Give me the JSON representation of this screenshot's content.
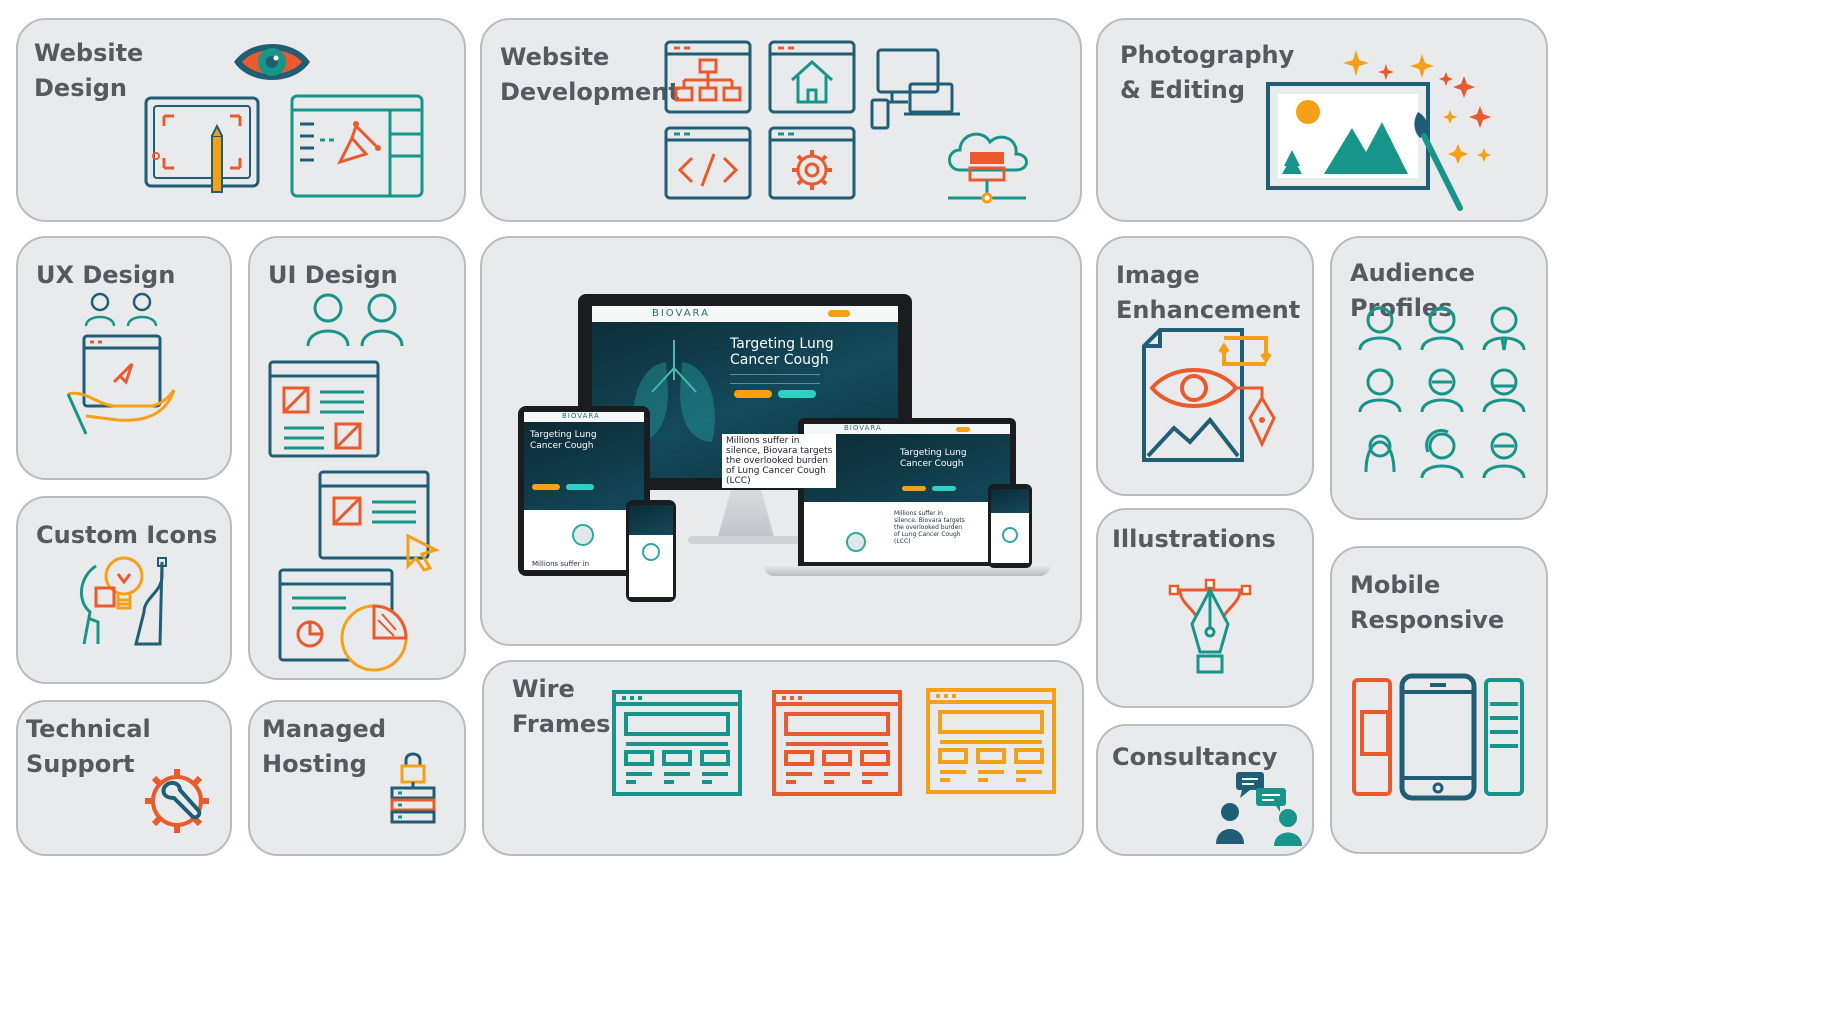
{
  "tiles": {
    "website_design": "Website\nDesign",
    "website_development": "Website\nDevelopment",
    "photography": "Photography\n& Editing",
    "ux_design": "UX Design",
    "ui_design": "UI Design",
    "image_enhancement": "Image\nEnhancement",
    "audience_profiles": "Audience Profiles",
    "custom_icons": "Custom Icons",
    "illustrations": "Illustrations",
    "mobile_responsive": "Mobile\nResponsive",
    "technical_support": "Technical\nSupport",
    "managed_hosting": "Managed\nHosting",
    "wire_frames": "Wire\nFrames",
    "consultancy": "Consultancy"
  },
  "showcase": {
    "brand": "BIOVARA",
    "headline": "Targeting Lung Cancer Cough",
    "headline_line1": "Targeting Lung",
    "headline_line2": "Cancer Cough",
    "tagline_line1": "Millions suffer in",
    "tagline_line2": "silence, Biovara targets",
    "tagline_line3": "the overlooked burden",
    "tagline_line4": "of Lung Cancer Cough",
    "tagline_line5": "(LCC)"
  },
  "icons": [
    "eye-icon",
    "web-design-window-icon",
    "sitemap-icon",
    "home-page-icon",
    "code-icon",
    "gear-icon",
    "responsive-devices-icon",
    "cloud-server-icon",
    "landscape-photo-icon",
    "paintbrush-icon",
    "users-icon",
    "hand-tablet-icon",
    "lightbulb-head-icon",
    "wrench-gear-icon",
    "server-lock-icon",
    "wireframe-icon",
    "pen-nib-icon",
    "chat-bubbles-icon",
    "phone-icon"
  ],
  "colors": {
    "teal": "#17958a",
    "dark_teal": "#1f5e75",
    "orange": "#ea5a2c",
    "amber": "#f5a017",
    "title_gray": "#555a5f",
    "tile_bg": "#e9eaec"
  }
}
